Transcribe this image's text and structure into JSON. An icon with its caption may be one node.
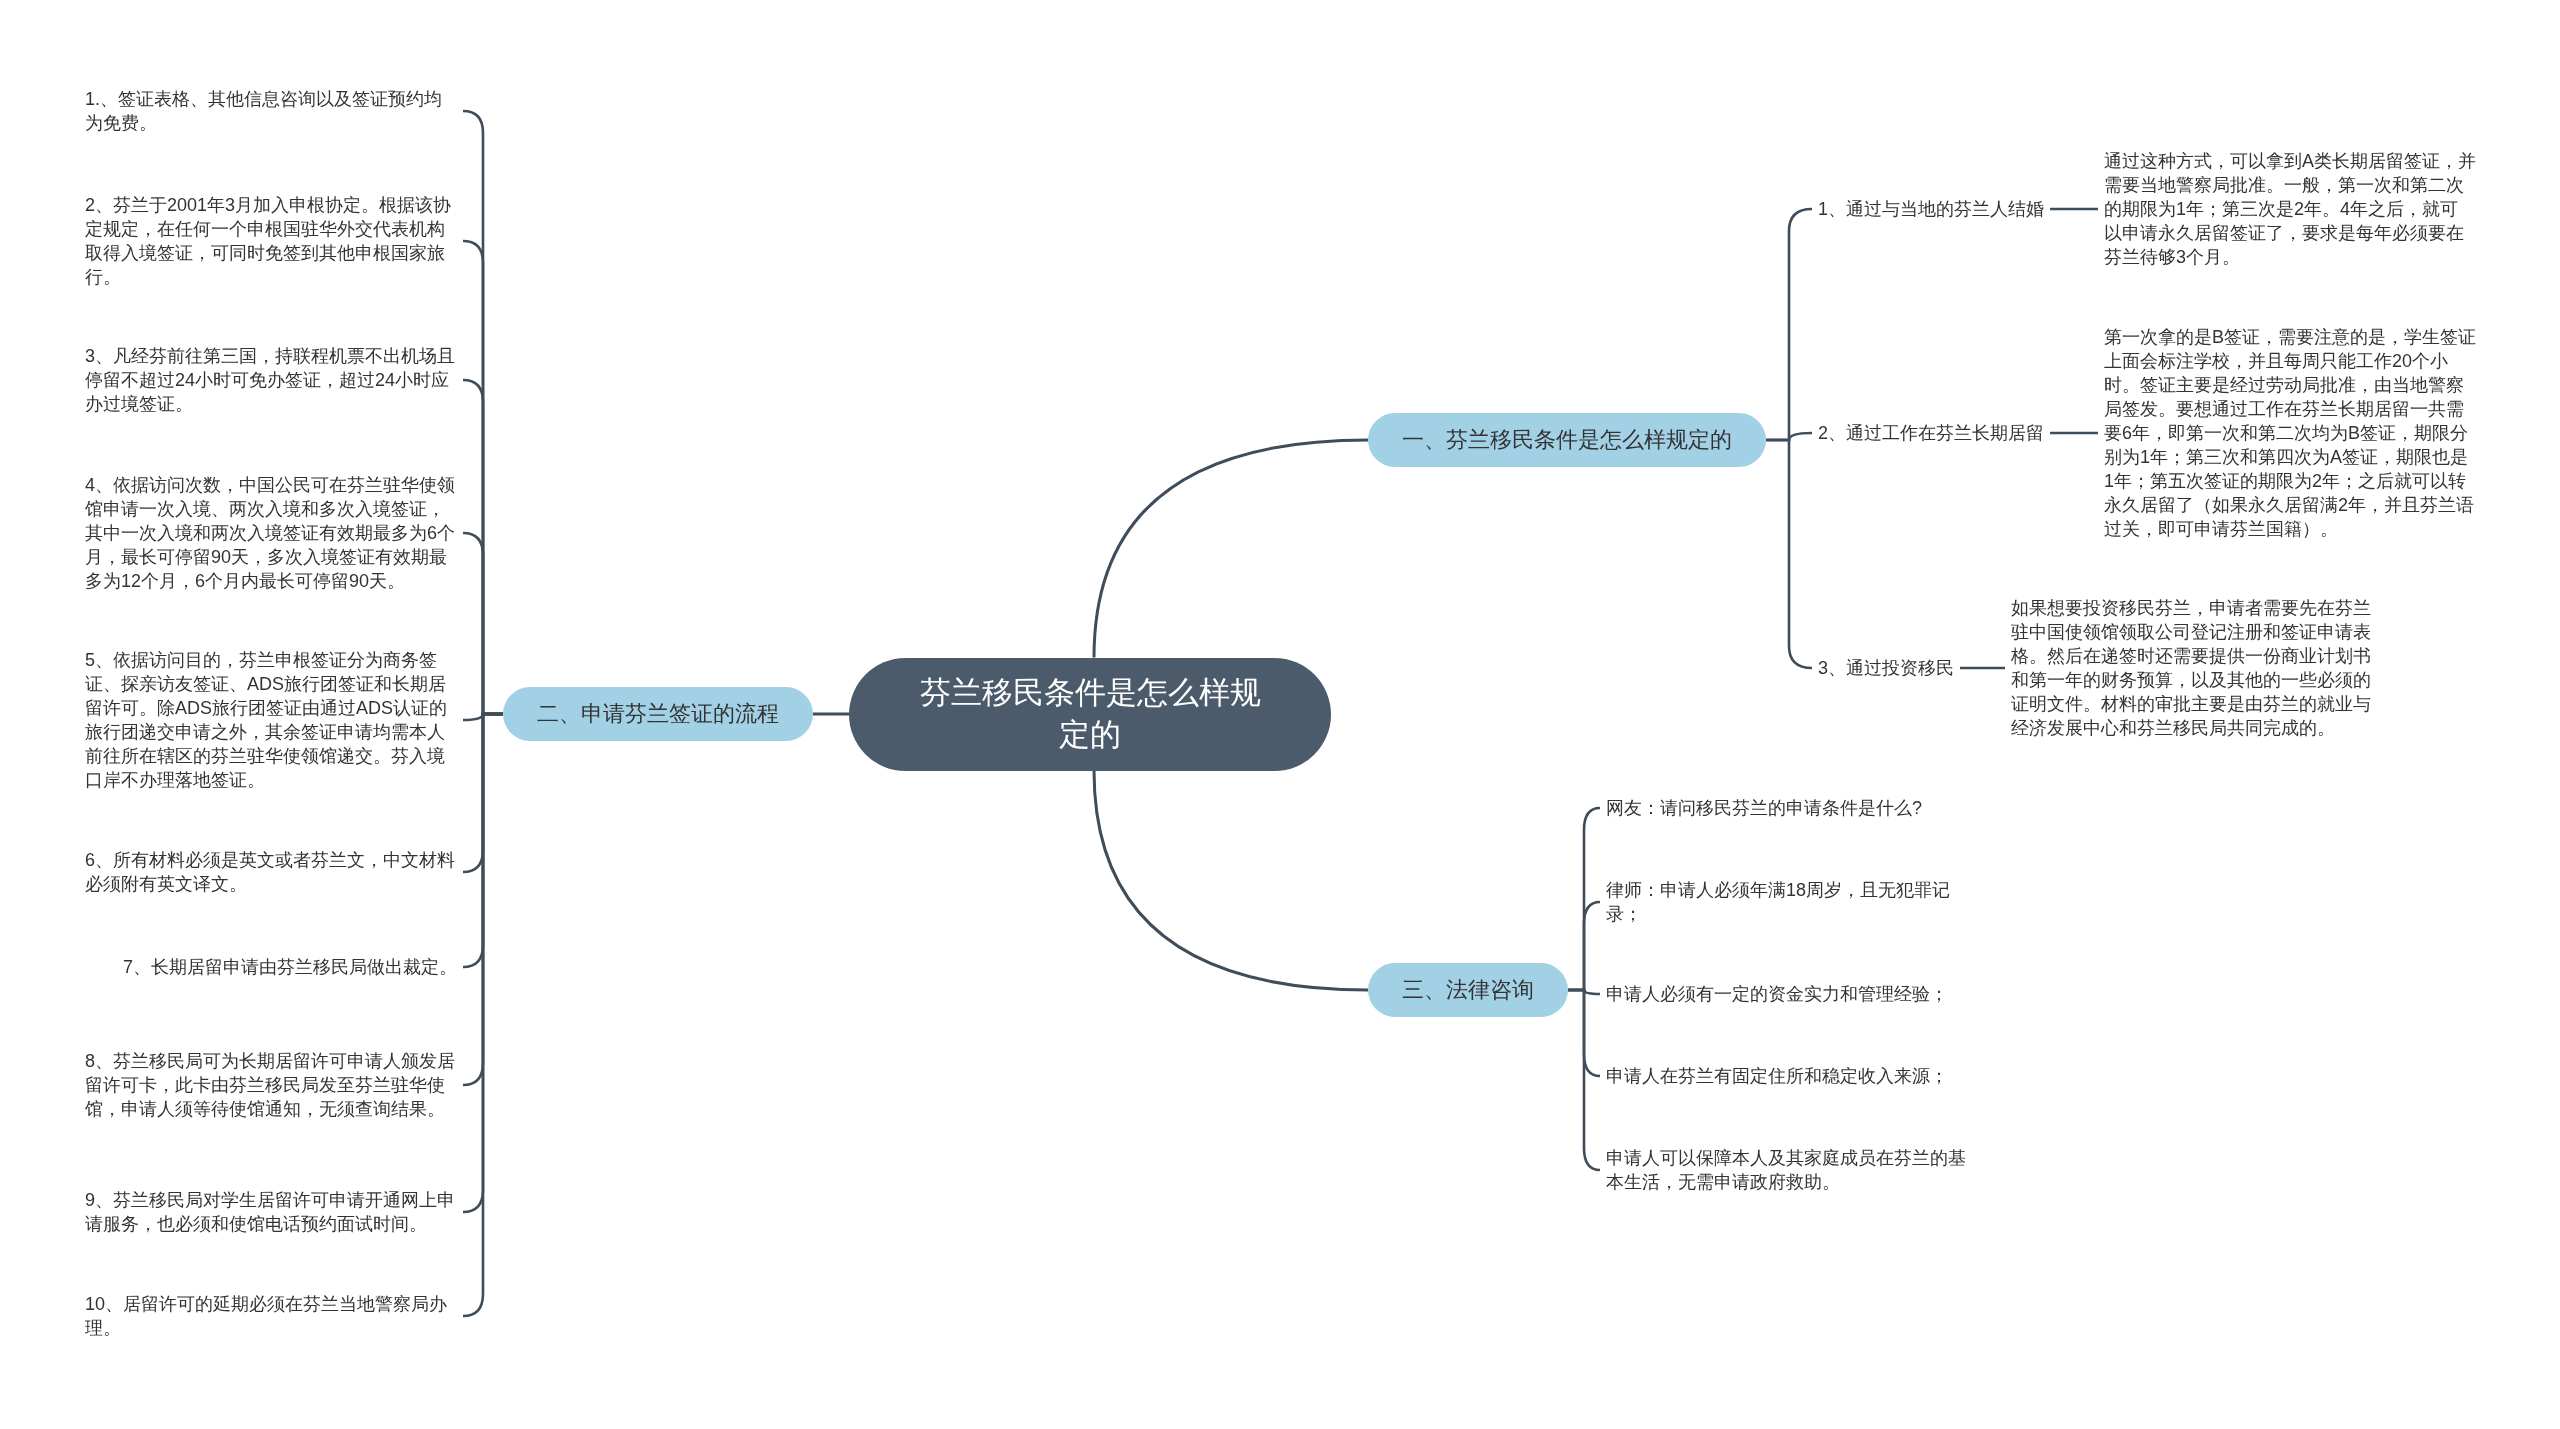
{
  "diagram": {
    "nodes": [
      {
        "text": [
          "芬兰移民条件是怎么样规定的"
        ]
      },
      {
        "text": [
          "一、芬兰移民条件是怎么样规定的"
        ]
      },
      {
        "text": [
          "1、通过与当地的芬兰人结婚"
        ]
      },
      {
        "text": [
          "通过这种方式，可以拿到A类长期居留签证，并需要当地警察局批准。一般，第一次和第二次的期限为1年；第三次是2年。4年之后，就可以申请永久居留签证了，要求是每年必须要在芬兰待够3个月。"
        ]
      },
      {
        "text": [
          "2、通过工作在芬兰长期居留"
        ]
      },
      {
        "text": [
          "第一次拿的是B签证，需要注意的是，学生签证上面会标注学校，并且每周只能工作20个小时。签证主要是经过劳动局批准，由当地警察局签发。要想通过工作在芬兰长期居留一共需要6年，即第一次和第二次均为B签证，期限分别为1年；第三次和第四次为A签证，期限也是1年；第五次签证的期限为2年；之后就可以转永久居留了（如果永久居留满2年，并且芬兰语过关，即可申请芬兰国籍）。"
        ]
      },
      {
        "text": [
          "3、通过投资移民"
        ]
      },
      {
        "text": [
          "如果想要投资移民芬兰，申请者需要先在芬兰驻中国使领馆领取公司登记注册和签证申请表格。然后在递签时还需要提供一份商业计划书和第一年的财务预算，以及其他的一些必须的证明文件。材料的审批主要是由芬兰的就业与经济发展中心和芬兰移民局共同完成的。"
        ]
      },
      {
        "text": [
          "二、申请芬兰签证的流程"
        ]
      },
      {
        "text": [
          "1.、签证表格、其他信息咨询以及签证预约均为免费。"
        ]
      },
      {
        "text": [
          "2、芬兰于2001年3月加入申根协定。根据该协定规定，在任何一个申根国驻华外交代表机构取得入境签证，可同时免签到其他申根国家旅行。"
        ]
      },
      {
        "text": [
          "3、凡经芬前往第三国，持联程机票不出机场且停留不超过24小时可免办签证，超过24小时应办过境签证。"
        ]
      },
      {
        "text": [
          "4、依据访问次数，中国公民可在芬兰驻华使领馆申请一次入境、两次入境和多次入境签证，其中一次入境和两次入境签证有效期最多为6个月，最长可停留90天，多次入境签证有效期最多为12个月，6个月内最长可停留90天。"
        ]
      },
      {
        "text": [
          "5、依据访问目的，芬兰申根签证分为商务签证、探亲访友签证、ADS旅行团签证和长期居留许可。除ADS旅行团签证由通过ADS认证的旅行团递交申请之外，其余签证申请均需本人前往所在辖区的芬兰驻华使领馆递交。芬入境口岸不办理落地签证。"
        ]
      },
      {
        "text": [
          "6、所有材料必须是英文或者芬兰文，中文材料必须附有英文译文。"
        ]
      },
      {
        "text": [
          "7、长期居留申请由芬兰移民局做出裁定。"
        ]
      },
      {
        "text": [
          "8、芬兰移民局可为长期居留许可申请人颁发居留许可卡，此卡由芬兰移民局发至芬兰驻华使馆，申请人须等待使馆通知，无须查询结果。"
        ]
      },
      {
        "text": [
          "9、芬兰移民局对学生居留许可申请开通网上申请服务，也必须和使馆电话预约面试时间。"
        ]
      },
      {
        "text": [
          "10、居留许可的延期必须在芬兰当地警察局办理。"
        ]
      },
      {
        "text": [
          "三、法律咨询"
        ]
      },
      {
        "text": [
          "网友：请问移民芬兰的申请条件是什么?"
        ]
      },
      {
        "text": [
          "律师：申请人必须年满18周岁，且无犯罪记录；"
        ]
      },
      {
        "text": [
          "申请人必须有一定的资金实力和管理经验；"
        ]
      },
      {
        "text": [
          "申请人在芬兰有固定住所和稳定收入来源；"
        ]
      },
      {
        "text": [
          "申请人可以保障本人及其家庭成员在芬兰的基本生活，无需申请政府救助。"
        ]
      }
    ],
    "edges": [
      {
        "from": 0,
        "to": 1,
        "arrow": "none"
      },
      {
        "from": 1,
        "to": 2,
        "arrow": "none"
      },
      {
        "from": 2,
        "to": 3,
        "arrow": "none"
      },
      {
        "from": 1,
        "to": 4,
        "arrow": "none"
      },
      {
        "from": 4,
        "to": 5,
        "arrow": "none"
      },
      {
        "from": 1,
        "to": 6,
        "arrow": "none"
      },
      {
        "from": 6,
        "to": 7,
        "arrow": "none"
      },
      {
        "from": 0,
        "to": 8,
        "arrow": "none"
      },
      {
        "from": 8,
        "to": 9,
        "arrow": "none"
      },
      {
        "from": 8,
        "to": 10,
        "arrow": "none"
      },
      {
        "from": 8,
        "to": 11,
        "arrow": "none"
      },
      {
        "from": 8,
        "to": 12,
        "arrow": "none"
      },
      {
        "from": 8,
        "to": 13,
        "arrow": "none"
      },
      {
        "from": 8,
        "to": 14,
        "arrow": "none"
      },
      {
        "from": 8,
        "to": 15,
        "arrow": "none"
      },
      {
        "from": 8,
        "to": 16,
        "arrow": "none"
      },
      {
        "from": 8,
        "to": 17,
        "arrow": "none"
      },
      {
        "from": 8,
        "to": 18,
        "arrow": "none"
      },
      {
        "from": 0,
        "to": 19,
        "arrow": "none"
      },
      {
        "from": 19,
        "to": 20,
        "arrow": "none"
      },
      {
        "from": 19,
        "to": 21,
        "arrow": "none"
      },
      {
        "from": 19,
        "to": 22,
        "arrow": "none"
      },
      {
        "from": 19,
        "to": 23,
        "arrow": "none"
      },
      {
        "from": 19,
        "to": 24,
        "arrow": "none"
      }
    ]
  }
}
